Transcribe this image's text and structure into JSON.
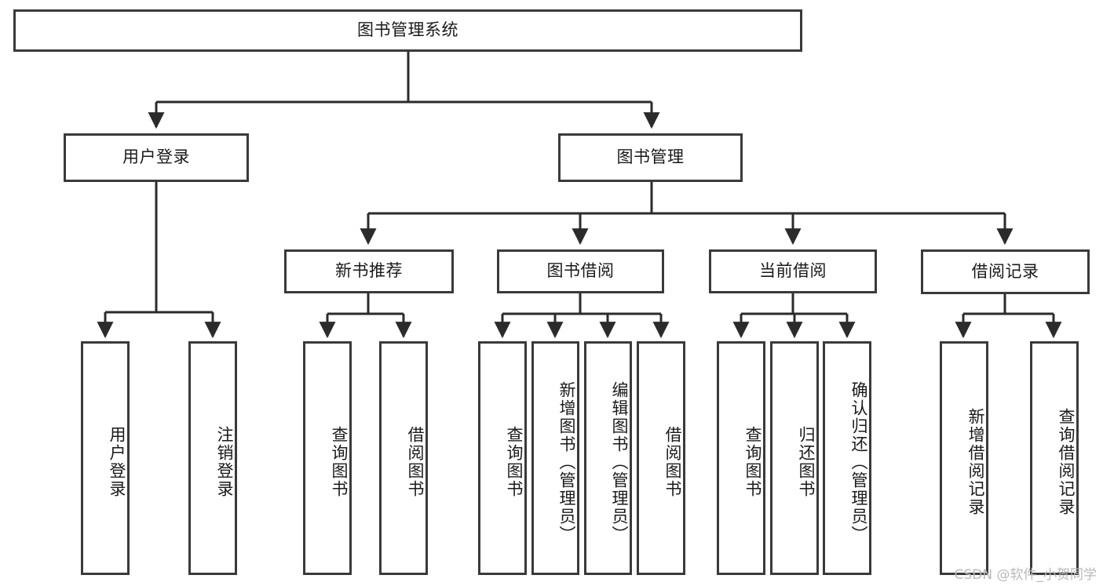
{
  "diagram": {
    "title": "图书管理系统",
    "type": "tree-hierarchy-diagram",
    "colors": {
      "box_border": "#3a3a3a",
      "box_fill": "#ffffff",
      "edge": "#2b2b2b",
      "text": "#1a1a1a",
      "watermark": "#b9b9b9"
    },
    "root": {
      "label": "图书管理系统"
    },
    "level2": [
      {
        "label": "用户登录"
      },
      {
        "label": "图书管理"
      }
    ],
    "level3": [
      {
        "label": "新书推荐"
      },
      {
        "label": "图书借阅"
      },
      {
        "label": "当前借阅"
      },
      {
        "label": "借阅记录"
      }
    ],
    "leaves": {
      "user_login": [
        {
          "label": "用户登录"
        },
        {
          "label": "注销登录"
        }
      ],
      "new_book_recommend": [
        {
          "label": "查询图书"
        },
        {
          "label": "借阅图书"
        }
      ],
      "book_borrow": [
        {
          "label": "查询图书"
        },
        {
          "label": "新增图书（管理员）"
        },
        {
          "label": "编辑图书（管理员）"
        },
        {
          "label": "借阅图书"
        }
      ],
      "current_borrow": [
        {
          "label": "查询图书"
        },
        {
          "label": "归还图书"
        },
        {
          "label": "确认归还（管理员）"
        }
      ],
      "borrow_records": [
        {
          "label": "新增借阅记录"
        },
        {
          "label": "查询借阅记录"
        }
      ]
    }
  },
  "watermark": {
    "text": "CSDN @软件_小贺同学"
  }
}
